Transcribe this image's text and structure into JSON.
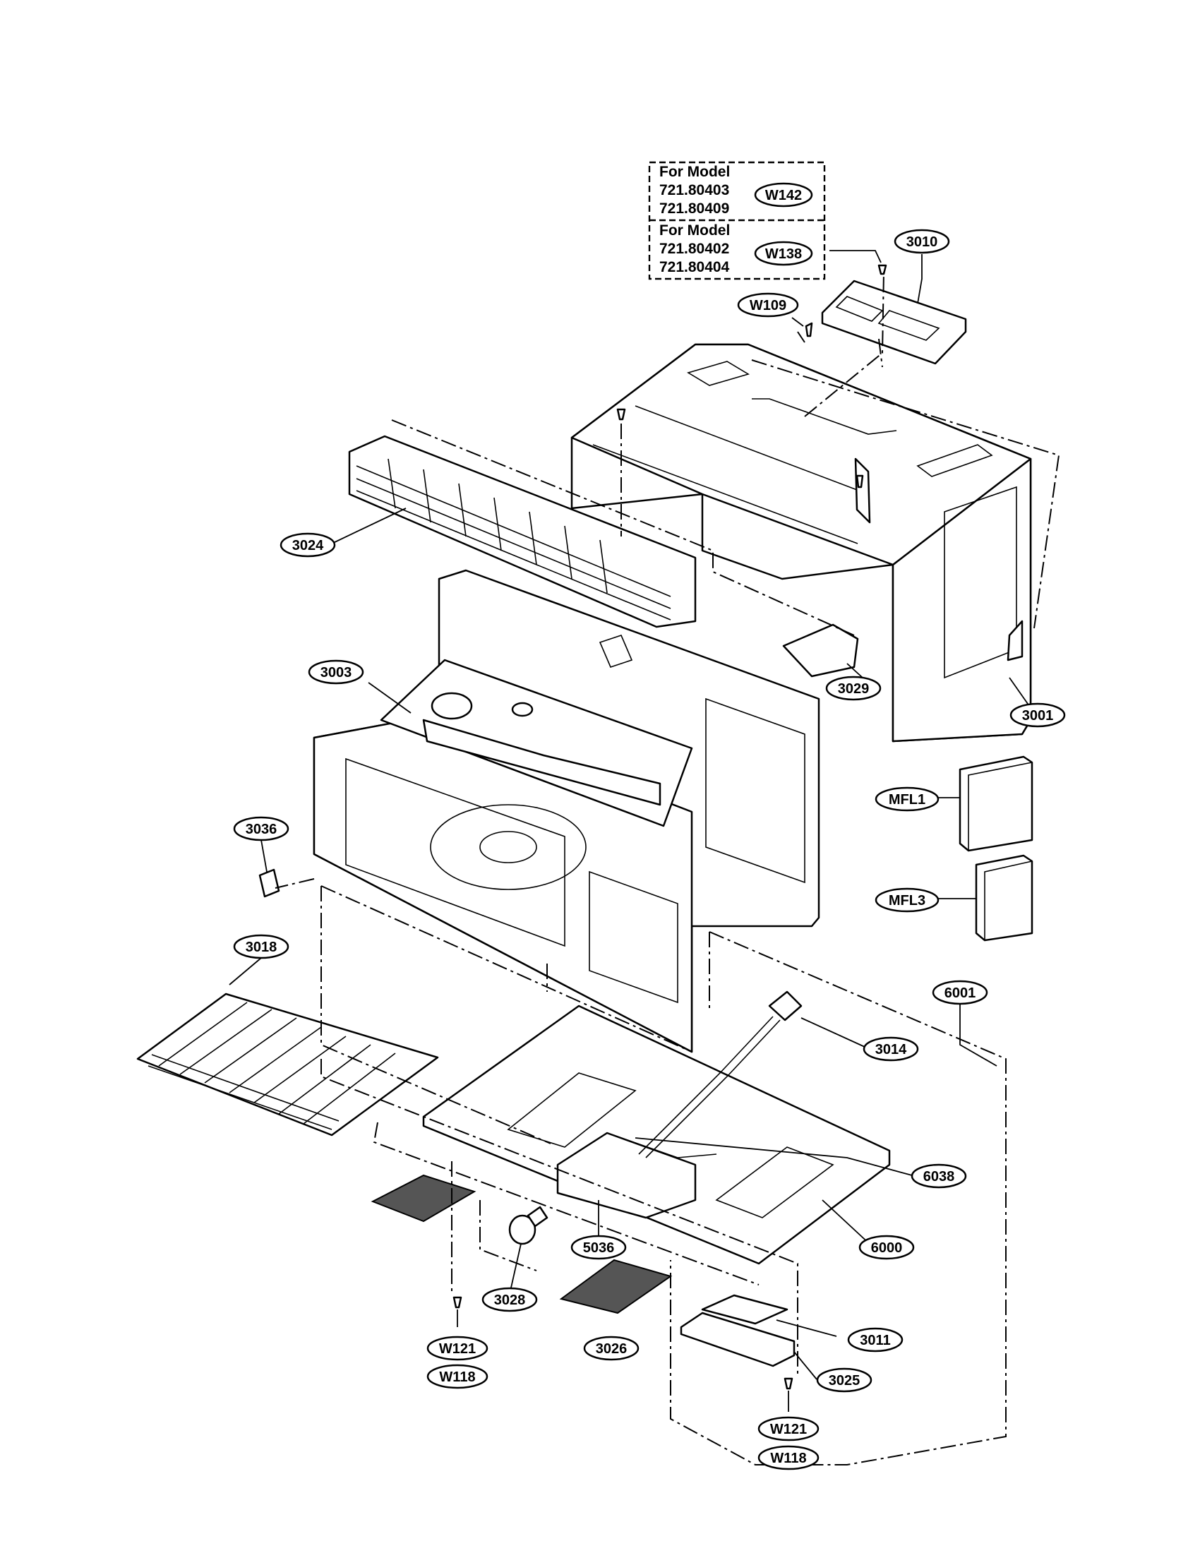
{
  "model_box": {
    "top": {
      "heading": "For Model",
      "models": [
        "721.80403",
        "721.80409"
      ],
      "part": "W142"
    },
    "bottom": {
      "heading": "For Model",
      "models": [
        "721.80402",
        "721.80404"
      ],
      "part": "W138"
    }
  },
  "callouts": {
    "c3010": "3010",
    "cW109": "W109",
    "c3024": "3024",
    "c3003": "3003",
    "c3029": "3029",
    "c3001": "3001",
    "cMFL1": "MFL1",
    "cMFL3": "MFL3",
    "c3036": "3036",
    "c3018": "3018",
    "c6001": "6001",
    "c3014": "3014",
    "c6038": "6038",
    "c5036": "5036",
    "c6000": "6000",
    "c3028": "3028",
    "c3026": "3026",
    "c3011": "3011",
    "c3025": "3025",
    "cW121a": "W121",
    "cW118a": "W118",
    "cW121b": "W121",
    "cW118b": "W118"
  }
}
